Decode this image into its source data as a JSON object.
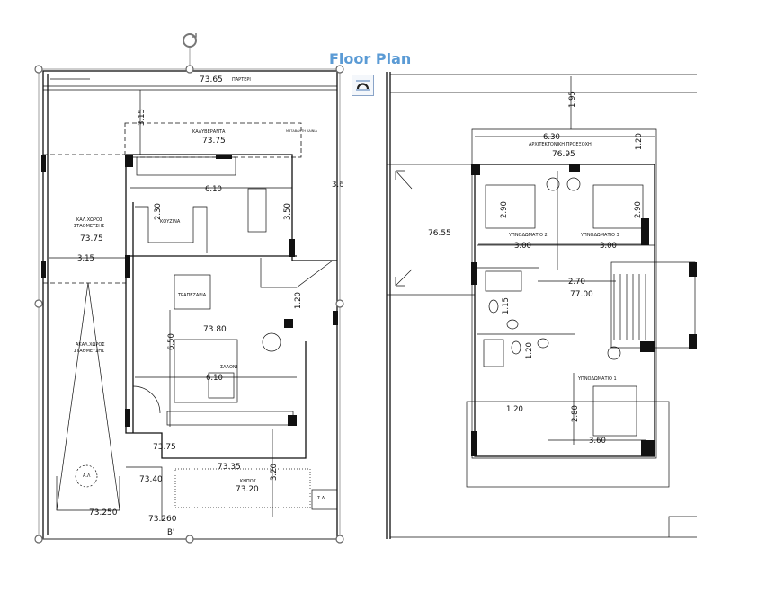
{
  "document": {
    "title": "Floor Plan",
    "accent_color": "#5b9bd5",
    "layout_options_icon": "layout-options-icon",
    "rotate_icon": "rotate-handle-icon"
  },
  "ground_floor": {
    "labels": {
      "parteri": "ΠΑΡΤΕΡΙ",
      "kalyveranta": "ΚΑΛΥΒΕΡΑΝΤΑ",
      "metavliti": "ΜΕΤΑΒΛΗΤΗ ΚΑΙΝΙΑ",
      "kouzina": "ΚΟΥΖΙΝΑ",
      "parking_covered_1": "ΚΑΛ.ΧΩΡΟΣ",
      "parking_covered_2": "ΣΤΑΘΜΕΥΣΗΣ",
      "trapezaria": "ΤΡΑΠΕΖΑΡΙΑ",
      "saloni": "ΣΑΛΟΝΙ",
      "parking_open_1": "ΑΚΑΛ.ΧΩΡΟΣ",
      "parking_open_2": "ΣΤΑΘΜΕΥΣΗΣ",
      "kipos": "ΚΗΠΟΣ",
      "sd": "Σ.Δ",
      "al": "Α.Λ",
      "section": "B'"
    },
    "levels": {
      "l1": "73.65",
      "l2": "73.75",
      "l3": "73.75",
      "l4": "73.80",
      "l5": "73.75",
      "l6": "73.35",
      "l7": "73.40",
      "l8": "73.20",
      "l9": "73.250",
      "l10": "73.260"
    },
    "dimensions": {
      "d1": "3.15",
      "d2": "6.10",
      "d3": "2.30",
      "d4": "3.50",
      "d5": "3.15",
      "d6": "6.50",
      "d7": "6.10",
      "d8": "3.20",
      "d9": "1.20",
      "d10": "3.6"
    }
  },
  "first_floor": {
    "labels": {
      "proexoxi": "ΑΡΧΙΤΕΚΤΟΝΙΚΗ ΠΡΟΕΞΟΧΗ",
      "bedroom2": "ΥΠΝΟΔΩΜΑΤΙΟ 2",
      "bedroom3": "ΥΠΝΟΔΩΜΑΤΙΟ 3",
      "bedroom1": "ΥΠΝΟΔΩΜΑΤΙΟ 1"
    },
    "levels": {
      "l1": "76.95",
      "l2": "76.55",
      "l3": "77.00"
    },
    "dimensions": {
      "d1": "1.95",
      "d2": "6.30",
      "d3": "1.20",
      "d4": "2.90",
      "d5": "2.90",
      "d6": "3.00",
      "d7": "3.00",
      "d8": "2.70",
      "d9": "1.15",
      "d10": "1.20",
      "d11": "1.20",
      "d12": "2.80",
      "d13": "3.60"
    }
  }
}
